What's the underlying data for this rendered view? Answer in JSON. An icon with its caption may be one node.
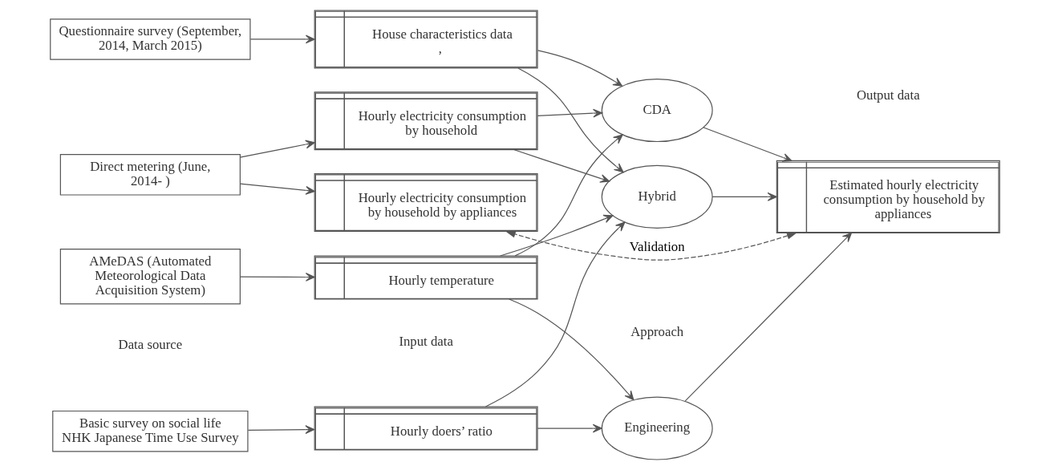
{
  "diagram": {
    "nodes": [
      {
        "text": [
          "Basic survey on social life NHK Japanese Time Use Survey"
        ]
      },
      {
        "text": [
          "AMeDAS (Automated Meteorological Data Acquisition System)"
        ]
      },
      {
        "text": [
          "Questionnaire survey (September, 2014, March 2015)"
        ]
      },
      {
        "text": [
          "Direct metering (June, 2014- )"
        ]
      },
      {
        "text": [
          "Hourly doers’ ratio"
        ]
      },
      {
        "text": [
          "Hourly temperature"
        ]
      },
      {
        "text": [
          "House characteristics data",
          ","
        ]
      },
      {
        "text": [
          "Hourly electricity consumption by household"
        ]
      },
      {
        "text": [
          "Hourly electricity consumption by household by appliances"
        ]
      },
      {
        "text": [
          "Engineering"
        ]
      },
      {
        "text": [
          "CDA"
        ]
      },
      {
        "text": [
          "Hybrid"
        ]
      },
      {
        "text": [
          "Estimated hourly electricity consumption by household by appliances"
        ]
      }
    ],
    "edges": [
      {
        "from": 0,
        "to": 4,
        "arrow": "to"
      },
      {
        "from": 1,
        "to": 5,
        "arrow": "to"
      },
      {
        "from": 2,
        "to": 6,
        "arrow": "to"
      },
      {
        "from": 3,
        "to": 7,
        "arrow": "to"
      },
      {
        "from": 3,
        "to": 8,
        "arrow": "to"
      },
      {
        "from": 4,
        "to": 9,
        "arrow": "to"
      },
      {
        "from": 4,
        "to": 11,
        "arrow": "to"
      },
      {
        "from": 5,
        "to": 9,
        "arrow": "to"
      },
      {
        "from": 5,
        "to": 10,
        "arrow": "to"
      },
      {
        "from": 5,
        "to": 11,
        "arrow": "to"
      },
      {
        "from": 6,
        "to": 10,
        "arrow": "to"
      },
      {
        "from": 6,
        "to": 11,
        "arrow": "to"
      },
      {
        "from": 7,
        "to": 10,
        "arrow": "to"
      },
      {
        "from": 7,
        "to": 11,
        "arrow": "to"
      },
      {
        "from": 9,
        "to": 12,
        "arrow": "to"
      },
      {
        "from": 10,
        "to": 12,
        "arrow": "to"
      },
      {
        "from": 11,
        "to": 12,
        "arrow": "to"
      },
      {
        "from": 12,
        "to": 8,
        "arrow": "both",
        "style": "dashed",
        "label": "Validation"
      }
    ],
    "labels": [
      "Data source",
      "Input data",
      "Approach",
      "Output data"
    ]
  }
}
